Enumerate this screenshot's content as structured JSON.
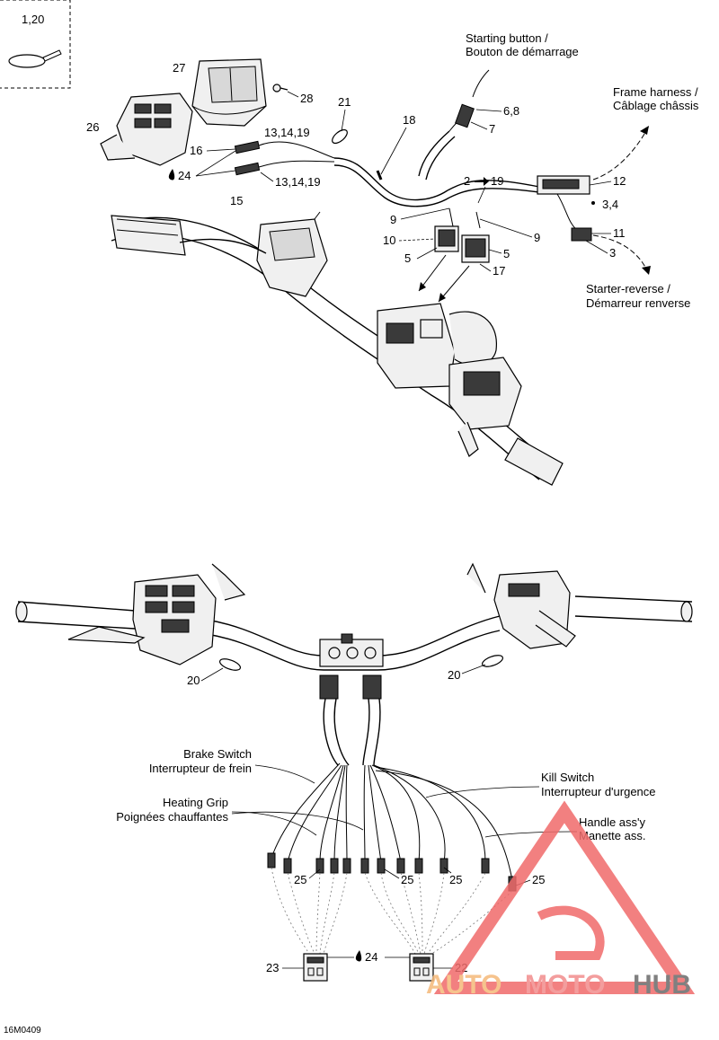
{
  "corner_box_label": "1,20",
  "upper": {
    "starting_button": [
      "Starting button /",
      "Bouton de démarrage"
    ],
    "frame_harness": [
      "Frame harness /",
      "Câblage châssis"
    ],
    "starter_reverse": [
      "Starter-reverse /",
      "Démarreur renverse"
    ],
    "callouts": {
      "c27": "27",
      "c28": "28",
      "c26": "26",
      "c16": "16",
      "c13a": "13,14,19",
      "c13b": "13,14,19",
      "c24": "24",
      "c15": "15",
      "c21": "21",
      "c18": "18",
      "c68": "6,8",
      "c7": "7",
      "c2to19_a": "2",
      "c2to19_b": "19",
      "c12": "12",
      "c34": "3,4",
      "c9a": "9",
      "c9b": "9",
      "c10": "10",
      "c5a": "5",
      "c5b": "5",
      "c17": "17",
      "c11": "11",
      "c3": "3"
    }
  },
  "lower": {
    "brake_switch": [
      "Brake Switch",
      "Interrupteur de frein"
    ],
    "heating_grip": [
      "Heating Grip",
      "Poignées chauffantes"
    ],
    "kill_switch": [
      "Kill Switch",
      "Interrupteur d'urgence"
    ],
    "handle_assy": [
      "Handle ass'y",
      "Manette ass."
    ],
    "callouts": {
      "c20a": "20",
      "c20b": "20",
      "c25a": "25",
      "c25b": "25",
      "c25c": "25",
      "c25d": "25",
      "c23": "23",
      "c24": "24",
      "c22": "22"
    }
  },
  "drawing_code": "16M0409",
  "watermark": {
    "part1": "AUTO",
    "part2": "MOTO",
    "part3": "HUB",
    "colors": {
      "auto": "#f5b97a",
      "moto": "#f28d8d",
      "hub": "#6b6b6b",
      "triangle": "#f06b6b"
    }
  }
}
